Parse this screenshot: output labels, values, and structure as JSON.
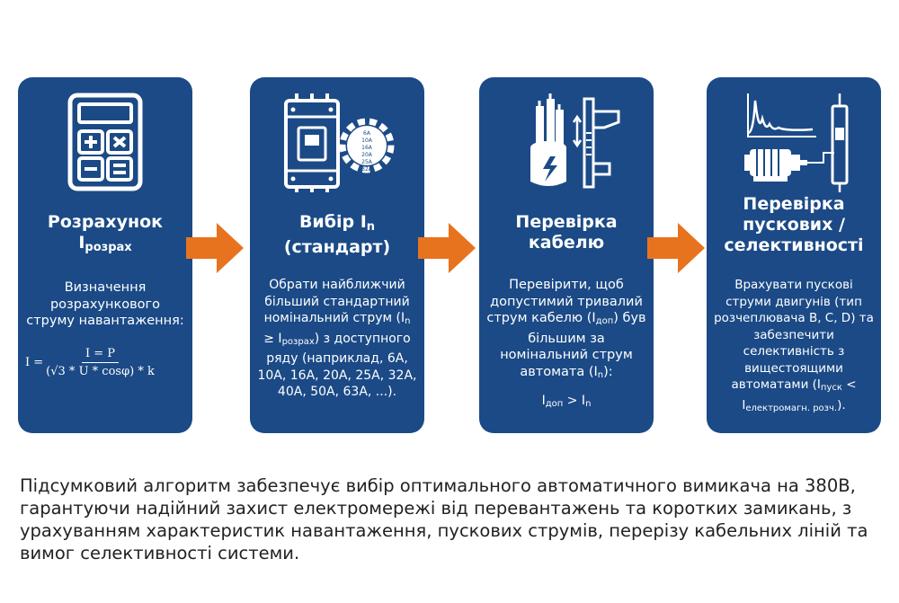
{
  "colors": {
    "card_bg": "#1b4a86",
    "arrow": "#e8731e",
    "text_dark": "#222222"
  },
  "steps": [
    {
      "icon": "calculator-icon",
      "title_main": "Розрахунок",
      "title_line2_base": "I",
      "title_line2_sub": "розрах",
      "body": "Визначення розрахункового струму навантаження:",
      "formula": {
        "lhs": "I =",
        "numerator": "I = P",
        "denominator": "(√3 * U * cosφ) * k"
      }
    },
    {
      "icon": "circuit-breaker-gear-icon",
      "title_main": "Вибір I",
      "title_sub": "n",
      "title_line2": "(стандарт)",
      "body_1": "Обрати найближчий більший стандартний номінальний струм (I",
      "body_sub1": "n",
      "body_2": " ≥ I",
      "body_sub2": "розрах",
      "body_3": ") з доступного ряду (наприклад, 6А, 10А, 16А, 20А, 25А, 32А, 40А, 50А, 63А, ...).",
      "gear_labels": [
        "6A",
        "10A",
        "16A",
        "20A",
        "25A",
        "32A"
      ]
    },
    {
      "icon": "cable-caliper-icon",
      "title_line1": "Перевірка",
      "title_line2": "кабелю",
      "body_1": "Перевірити, щоб допустимий тривалий струм кабелю (I",
      "body_sub1": "доп",
      "body_2": ") був більшим за номінальний струм автомата (I",
      "body_sub2": "n",
      "body_3": "):",
      "check_base1": "I",
      "check_sub1": "доп",
      "check_op": " > I",
      "check_sub2": "n"
    },
    {
      "icon": "motor-startup-curve-icon",
      "title_line1": "Перевірка",
      "title_line2": "пускових /",
      "title_line3": "селективності",
      "body_1": "Врахувати пускові струми двигунів (тип розчеплювача B, C, D) та забезпечити селективність з вищестоящими автоматами (I",
      "body_sub1": "пуск",
      "body_2": " < I",
      "body_sub2": "електромагн. розч.",
      "body_3": ")."
    }
  ],
  "summary": "Підсумковий алгоритм забезпечує вибір оптимального автоматичного вимикача на 380В, гарантуючи надійний захист електромережі від перевантажень та коротких замикань, з урахуванням характеристик навантаження, пускових струмів, перерізу кабельних ліній та вимог селективності системи."
}
